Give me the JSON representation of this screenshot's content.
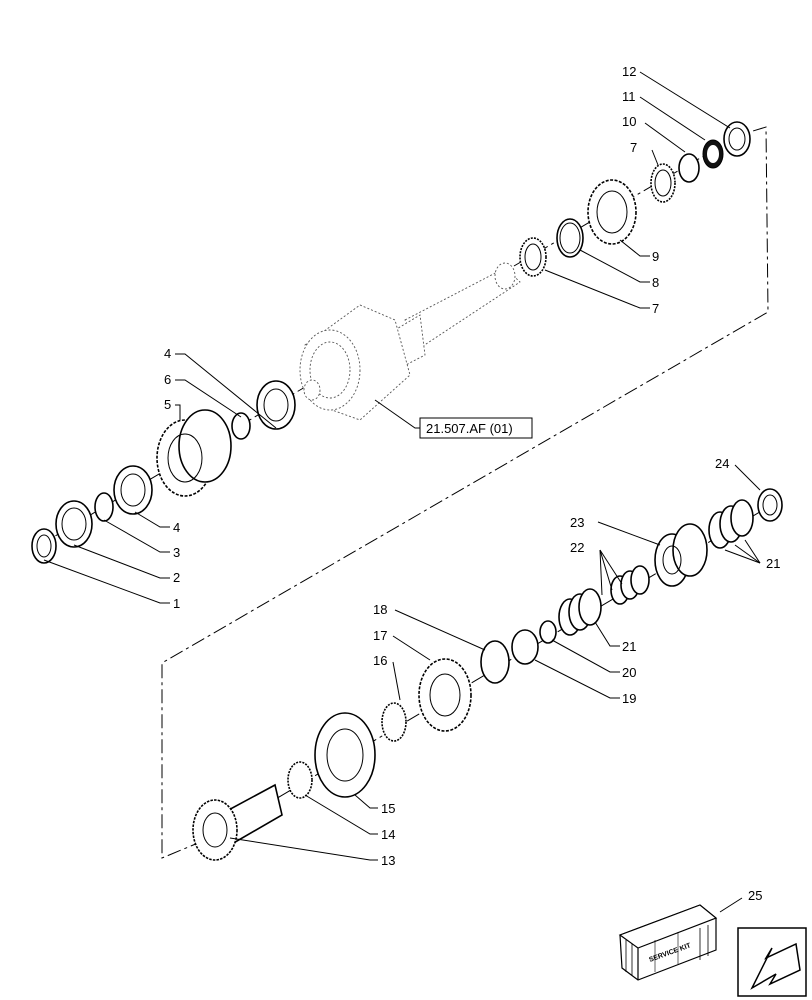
{
  "callouts": {
    "c1": "1",
    "c2": "2",
    "c3": "3",
    "c4a": "4",
    "c4b": "4",
    "c5": "5",
    "c6": "6",
    "c7a": "7",
    "c7b": "7",
    "c8": "8",
    "c9": "9",
    "c10": "10",
    "c11": "11",
    "c12": "12",
    "c13": "13",
    "c14": "14",
    "c15": "15",
    "c16": "16",
    "c17": "17",
    "c18": "18",
    "c19": "19",
    "c20": "20",
    "c21a": "21",
    "c21b": "21",
    "c22": "22",
    "c23": "23",
    "c24": "24",
    "c25": "25"
  },
  "reference": {
    "label": "21.507.AF (01)"
  },
  "kit": {
    "stencil": "SERVICE KIT"
  },
  "icons": {
    "nav": "arrow-down-left-icon",
    "kit": "service-kit-crate-icon"
  }
}
